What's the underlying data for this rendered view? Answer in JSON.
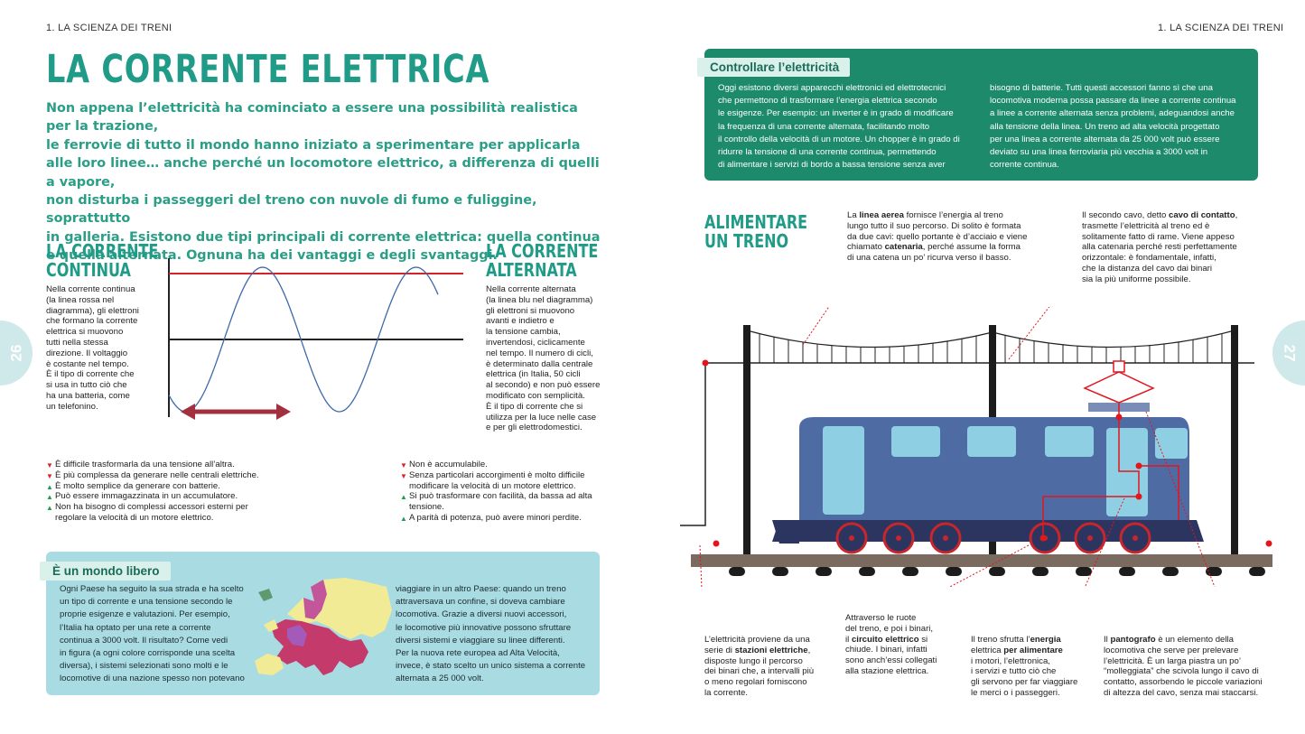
{
  "header": {
    "left": "1. LA SCIENZA DEI TRENI",
    "right": "1. LA SCIENZA DEI TRENI"
  },
  "page_numbers": {
    "left": "26",
    "right": "27"
  },
  "title": "LA CORRENTE ELETTRICA",
  "intro": [
    "Non appena l’elettricità ha cominciato a essere una possibilità realistica per la trazione,",
    "le ferrovie di tutto il mondo hanno iniziato a sperimentare per applicarla",
    "alle loro linee… anche perché un locomotore elettrico, a differenza di quelli a vapore,",
    "non disturba i passeggeri del treno con nuvole di fumo e fuliggine, soprattutto",
    "in galleria. Esistono due tipi principali di corrente elettrica: quella continua",
    "e quella alternata. Ognuna ha dei vantaggi e degli svantaggi."
  ],
  "dc": {
    "title": [
      "LA CORRENTE",
      "CONTINUA"
    ],
    "text": [
      "Nella corrente continua",
      "(la linea rossa nel",
      "diagramma), gli elettroni",
      "che formano la corrente",
      "elettrica si muovono",
      "tutti nella stessa",
      "direzione. Il voltaggio",
      "è costante nel tempo.",
      "È il tipo di corrente che",
      "si usa in tutto ciò che",
      "ha una batteria, come",
      "un telefonino."
    ],
    "points": [
      {
        "type": "down",
        "text": "È difficile trasformarla da una tensione all’altra."
      },
      {
        "type": "down",
        "text": "È più complessa da generare nelle centrali elettriche."
      },
      {
        "type": "up",
        "text": "È molto semplice da generare con batterie."
      },
      {
        "type": "up",
        "text": "Può essere immagazzinata in un accumulatore."
      },
      {
        "type": "up",
        "text": "Non ha bisogno di complessi accessori esterni per regolare la velocità di un motore elettrico."
      }
    ]
  },
  "ac": {
    "title": [
      "LA CORRENTE",
      "ALTERNATA"
    ],
    "text": [
      "Nella corrente alternata",
      "(la linea blu nel diagramma)",
      "gli elettroni si muovono",
      "avanti e indietro e",
      "la tensione cambia,",
      "invertendosi, ciclicamente",
      "nel tempo. Il numero di cicli,",
      "è determinato dalla centrale",
      "elettrica (in Italia, 50 cicli",
      "al secondo) e non può essere",
      "modificato con semplicità.",
      "È il tipo di corrente che si",
      "utilizza per la luce nelle case",
      "e per gli elettrodomestici."
    ],
    "points": [
      {
        "type": "down",
        "text": "Non è accumulabile."
      },
      {
        "type": "down",
        "text": "Senza particolari accorgimenti è molto difficile modificare la velocità di un motore elettrico."
      },
      {
        "type": "up",
        "text": "Si può trasformare con facilità, da bassa ad alta tensione."
      },
      {
        "type": "up",
        "text": "A parità di potenza, può avere minori perdite."
      }
    ]
  },
  "world_box": {
    "title": "È un mondo libero",
    "col1": [
      "Ogni Paese ha seguito la sua strada e ha scelto",
      "un tipo di corrente e una tensione secondo le",
      "proprie esigenze e valutazioni. Per esempio,",
      "l’Italia ha optato per una rete a corrente",
      "continua a 3000 volt. Il risultato? Come vedi",
      "in figura (a ogni colore corrisponde una scelta",
      "diversa), i sistemi selezionati sono molti e le",
      "locomotive di una nazione spesso non potevano"
    ],
    "col2": [
      "viaggiare in un altro Paese: quando un treno",
      "attraversava un confine, si doveva cambiare",
      "locomotiva. Grazie a diversi nuovi accessori,",
      "le locomotive più innovative possono sfruttare",
      "diversi sistemi e viaggiare su linee differenti.",
      "Per la nuova rete europea ad Alta Velocità,",
      "invece, è stato scelto un unico sistema a corrente",
      "alternata a 25 000 volt."
    ]
  },
  "control_box": {
    "title": "Controllare l’elettricità",
    "col1": [
      "Oggi esistono diversi apparecchi elettronici ed elettrotecnici",
      "che permettono di trasformare l’energia elettrica secondo",
      "le esigenze. Per esempio: un inverter è in grado di modificare",
      "la frequenza di una corrente alternata, facilitando molto",
      "il controllo della velocità di un motore. Un chopper è in grado di",
      "ridurre la tensione di una corrente continua, permettendo",
      "di alimentare i servizi di bordo a bassa tensione senza aver"
    ],
    "col2": [
      "bisogno di batterie. Tutti questi accessori fanno sì che una",
      "locomotiva moderna possa passare da linee a corrente continua",
      "a linee a corrente alternata senza problemi, adeguandosi anche",
      "alla tensione della linea. Un treno ad alta velocità progettato",
      "per una linea a corrente alternata da 25 000 volt può essere",
      "deviato su una linea ferroviaria più vecchia a 3000 volt in",
      "corrente continua."
    ]
  },
  "feed": {
    "title": [
      "ALIMENTARE",
      "UN TRENO"
    ],
    "catenary_note": [
      "La |linea aerea| fornisce l’energia al treno",
      "lungo tutto il suo percorso. Di solito è formata",
      "da due cavi: quello portante è d’acciaio e viene",
      "chiamato |catenaria|, perché assume la forma",
      "di una catena un po’ ricurva verso il basso."
    ],
    "contact_note": [
      "Il secondo cavo, detto |cavo di contatto|,",
      "trasmette l’elettricità al treno ed è",
      "solitamente fatto di rame. Viene appeso",
      "alla catenaria perché resti perfettamente",
      "orizzontale: è fondamentale, infatti,",
      "che la distanza del cavo dai binari",
      "sia la più uniforme possibile."
    ],
    "stations_note": [
      "L’elettricità proviene da una",
      "serie di |stazioni elettriche|,",
      "disposte lungo il percorso",
      "dei binari che, a intervalli più",
      "o meno regolari forniscono",
      "la corrente."
    ],
    "circuit_note": [
      "Attraverso le ruote",
      "del treno, e poi i binari,",
      "il |circuito elettrico| si",
      "chiude. I binari, infatti",
      "sono anch’essi collegati",
      "alla stazione elettrica."
    ],
    "energy_note": [
      "Il treno sfrutta l’|energia",
      "elettrica| per alimentare",
      "i motori, l’elettronica,",
      "i servizi e tutto ciò che",
      "gli servono per far viaggiare",
      "le merci o i passeggeri."
    ],
    "pantograph_note": [
      "Il |pantografo| è un elemento della",
      "locomotiva che serve per prelevare",
      "l’elettricità. È un larga piastra un po’",
      "“molleggiata” che scivola lungo il cavo di",
      "contatto, assorbendo le piccole variazioni",
      "di altezza del cavo, senza mai staccarsi."
    ]
  },
  "colors": {
    "teal": "#1f9b87",
    "green_box": "#1d8a6b",
    "light_blue_box": "#a9dbe2",
    "dc_line": "#d2232a",
    "ac_wave": "#3e6aa8",
    "arrow": "#a3303f",
    "train_body": "#4f6ba3",
    "train_dark": "#2b3560",
    "window": "#8fcfe4",
    "annotation_red": "#e3161d"
  }
}
